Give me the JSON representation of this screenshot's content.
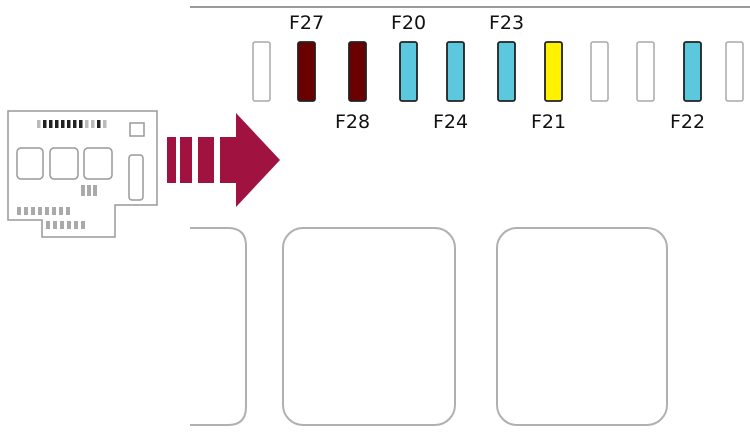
{
  "colors": {
    "arrow": "#a0123f",
    "dark_red": "#6b0000",
    "blue": "#5bc8de",
    "yellow": "#fff200",
    "outline": "#a8a8a8"
  },
  "fuses": [
    {
      "label": "",
      "color": "empty"
    },
    {
      "label": "F27",
      "color": "dark_red",
      "label_pos": "above"
    },
    {
      "label": "F28",
      "color": "dark_red",
      "label_pos": "below"
    },
    {
      "label": "F20",
      "color": "blue",
      "label_pos": "above"
    },
    {
      "label": "F24",
      "color": "blue",
      "label_pos": "below"
    },
    {
      "label": "F23",
      "color": "blue",
      "label_pos": "above"
    },
    {
      "label": "F21",
      "color": "yellow",
      "label_pos": "below"
    },
    {
      "label": "",
      "color": "empty"
    },
    {
      "label": "",
      "color": "empty"
    },
    {
      "label": "F22",
      "color": "blue",
      "label_pos": "below"
    },
    {
      "label": "",
      "color": "empty"
    }
  ]
}
